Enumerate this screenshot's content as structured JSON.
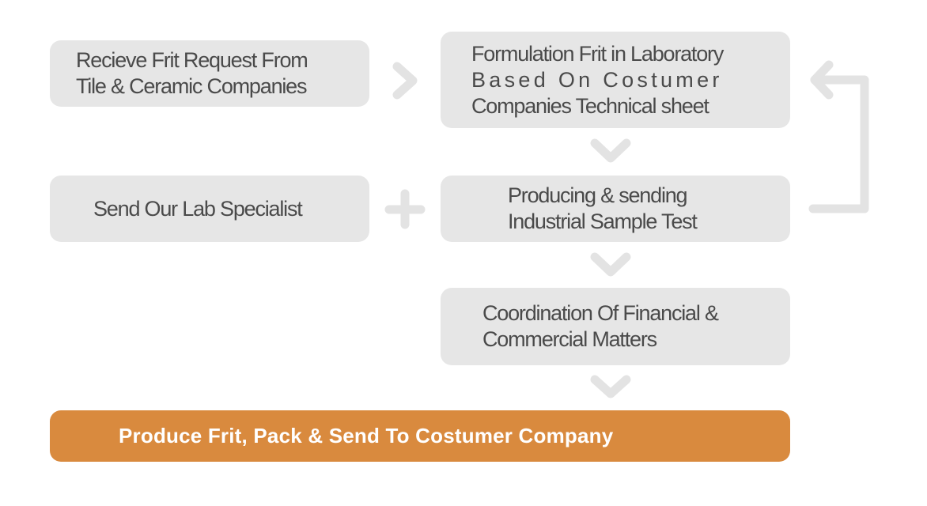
{
  "diagram": {
    "steps": {
      "receive_request": {
        "lines": [
          "Recieve Frit Request From",
          "Tile & Ceramic Companies"
        ]
      },
      "formulation": {
        "lines": [
          "Formulation Frit in Laboratory",
          "Based On Costumer",
          "Companies Technical sheet"
        ]
      },
      "lab_specialist": {
        "lines": [
          "Send Our Lab Specialist"
        ]
      },
      "sample_test": {
        "lines": [
          "Producing & sending",
          "Industrial Sample Test"
        ]
      },
      "coordination": {
        "lines": [
          "Coordination Of Financial &",
          "Commercial Matters"
        ]
      },
      "produce": {
        "lines": [
          "Produce Frit, Pack & Send To Costumer Company"
        ]
      }
    },
    "connectors": [
      {
        "name": "receive-to-formulation",
        "icon": "chevron-right-icon"
      },
      {
        "name": "formulation-to-sample",
        "icon": "chevron-down-icon"
      },
      {
        "name": "specialist-plus-sample",
        "icon": "plus-icon"
      },
      {
        "name": "sample-to-coordination",
        "icon": "chevron-down-icon"
      },
      {
        "name": "coordination-to-produce",
        "icon": "chevron-down-icon"
      },
      {
        "name": "sample-loop-back-to-formulation",
        "icon": "loop-arrow-icon"
      }
    ],
    "colors": {
      "box_fill": "#e6e6e6",
      "box_text": "#4a4a4a",
      "connector": "#e3e3e3",
      "highlight_fill": "#d98a3e",
      "highlight_text": "#ffffff"
    }
  }
}
